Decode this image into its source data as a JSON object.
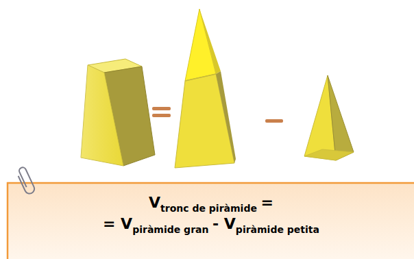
{
  "diagram": {
    "nodes": [
      {
        "text": [
          "V",
          "tronc de piràmide",
          "=",
          "= V",
          "piràmide gran",
          "- V",
          "piràmide petita"
        ]
      }
    ]
  }
}
